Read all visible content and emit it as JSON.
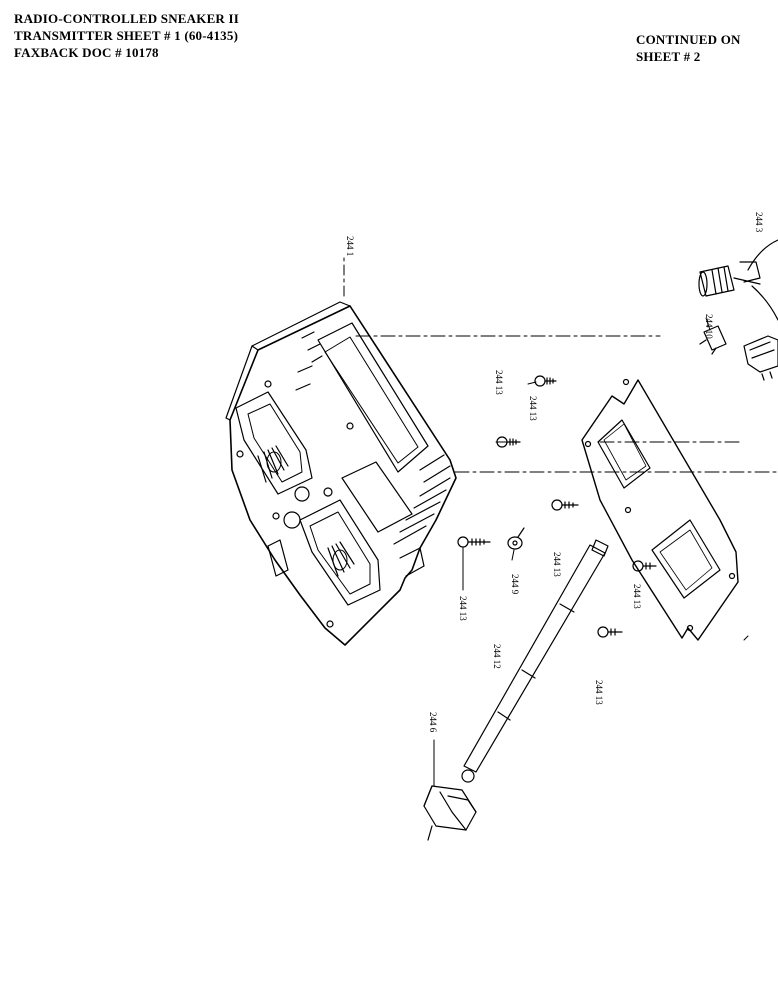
{
  "header": {
    "line1": "RADIO-CONTROLLED SNEAKER II",
    "line2": "TRANSMITTER SHEET # 1  (60-4135)",
    "line3": "FAXBACK DOC # 10178"
  },
  "continued": {
    "line1": "CONTINUED ON",
    "line2": "SHEET # 2"
  },
  "parts": {
    "p1": "244 1",
    "p2": "244 3",
    "p3": "244 10",
    "p4": "244 13",
    "p5": "244 13",
    "p6": "244 13",
    "p7": "244 13",
    "p8": "244 9",
    "p9": "244 12",
    "p10": "244 13",
    "p11": "244 13",
    "p12": "244 6"
  }
}
